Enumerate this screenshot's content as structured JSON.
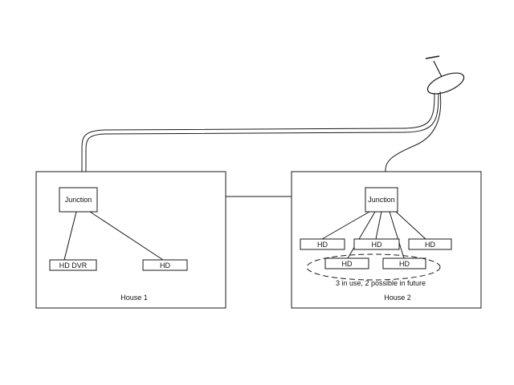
{
  "house1": {
    "caption": "House 1",
    "junction": "Junction",
    "devices": [
      "HD DVR",
      "HD"
    ]
  },
  "house2": {
    "caption": "House 2",
    "junction": "Junction",
    "devices": [
      "HD",
      "HD",
      "HD",
      "HD",
      "HD"
    ],
    "note": "3 in use, 2 possible in future"
  }
}
